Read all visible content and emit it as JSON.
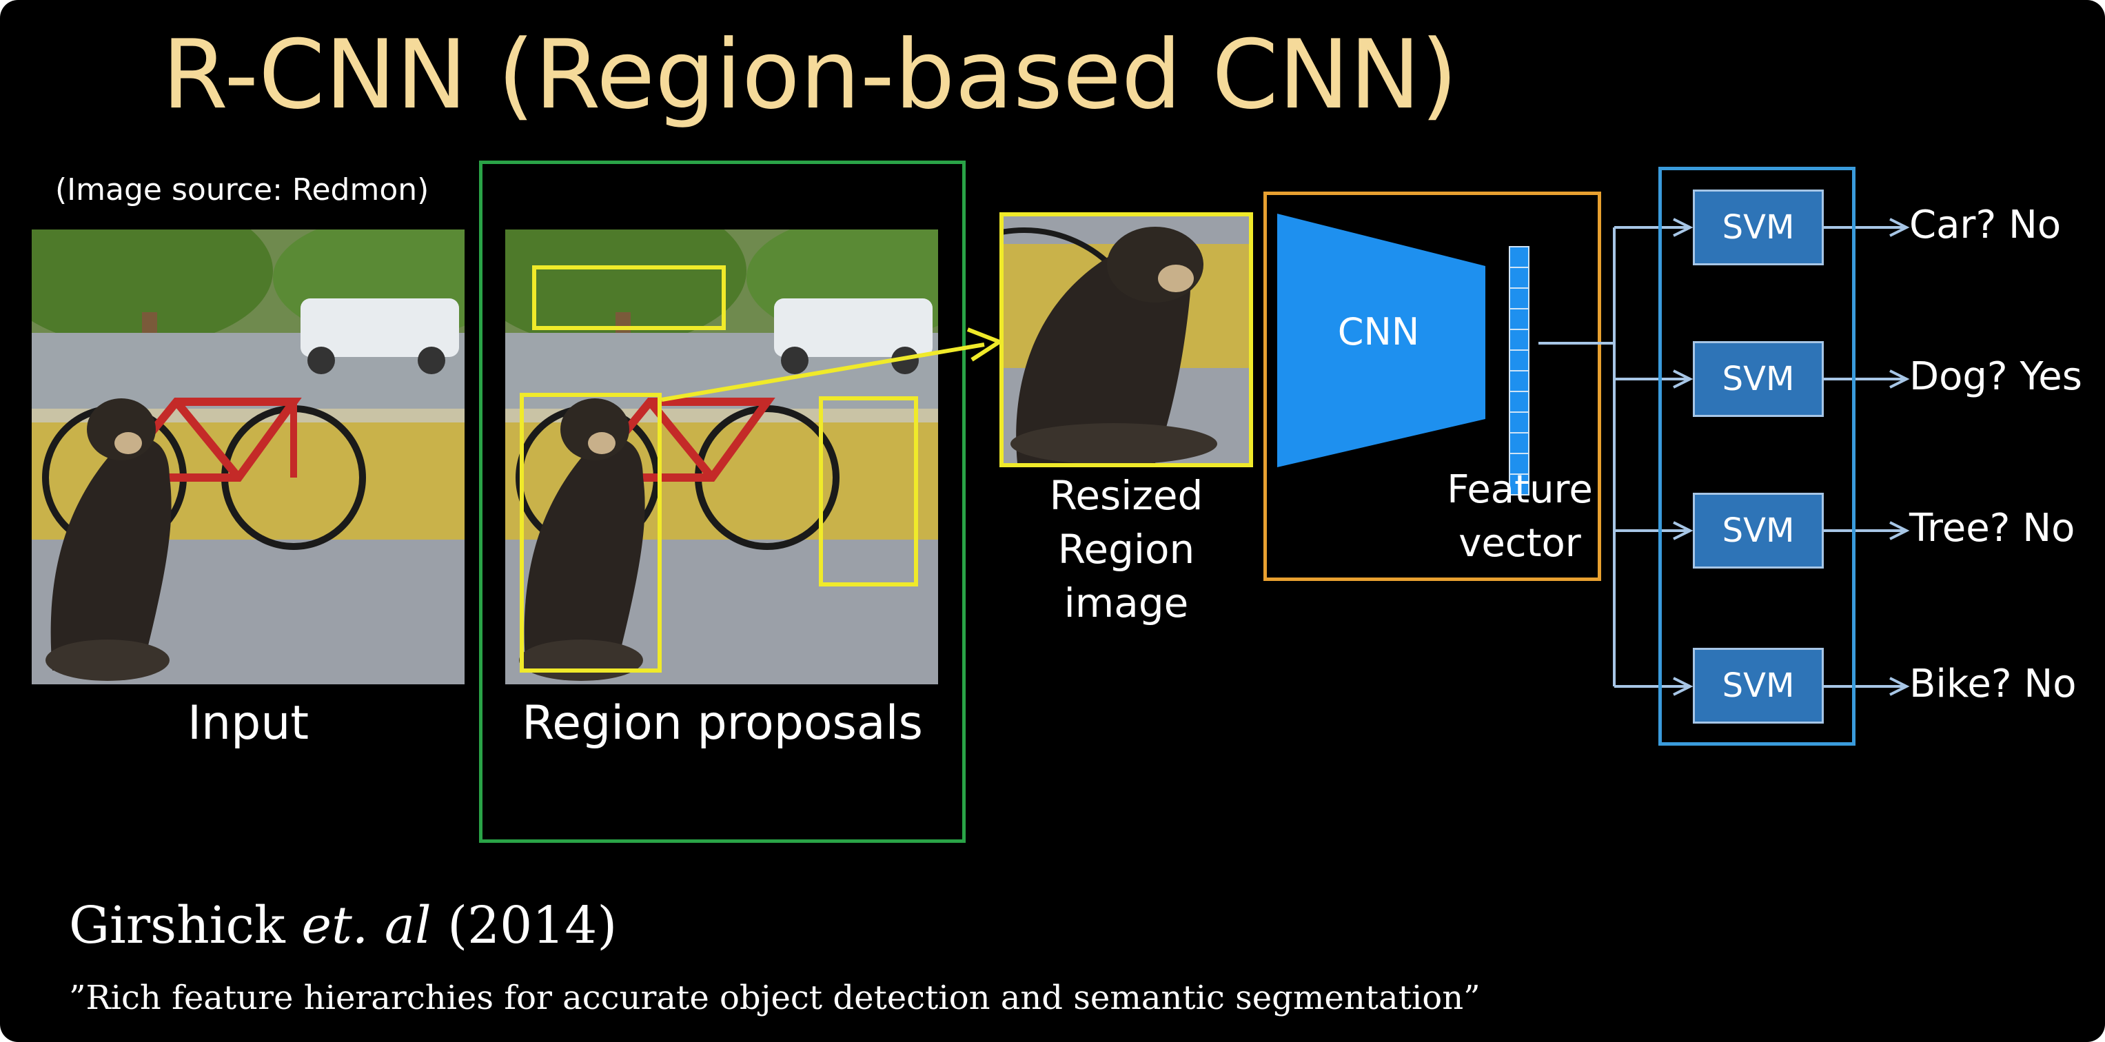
{
  "title": "R-CNN (Region-based CNN)",
  "image_source": "(Image source: Redmon)",
  "labels": {
    "input": "Input",
    "region_proposals": "Region proposals",
    "resized_1": "Resized",
    "resized_2": "Region",
    "resized_3": "image",
    "cnn": "CNN",
    "feature_1": "Feature",
    "feature_2": "vector"
  },
  "svm": [
    {
      "label": "SVM",
      "question": "Car?",
      "answer": "No"
    },
    {
      "label": "SVM",
      "question": "Dog?",
      "answer": "Yes"
    },
    {
      "label": "SVM",
      "question": "Tree?",
      "answer": "No"
    },
    {
      "label": "SVM",
      "question": "Bike?",
      "answer": "No"
    }
  ],
  "citation": {
    "author": "Girshick",
    "etal": "et. al",
    "year": "(2014)",
    "paper_title": "”Rich feature hierarchies for accurate object detection and semantic segmentation”"
  },
  "colors": {
    "title": "#f5da9a",
    "proposal_box": "#f0ea2a",
    "green_group": "#2aa347",
    "cnn_group": "#e8a030",
    "svm_group": "#3a9bdc",
    "cnn_shape": "#1e90ef",
    "svm_fill": "#2e74b7"
  }
}
